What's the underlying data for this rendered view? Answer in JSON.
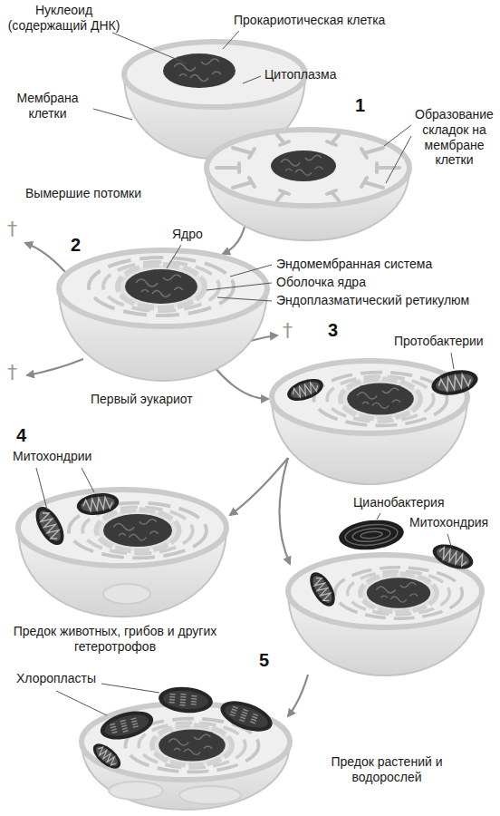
{
  "diagram": {
    "labels": [
      "Нуклеоид (содержащий ДНК)",
      "Прокариотическая клетка",
      "Цитоплазма",
      "Мембрана клетки",
      "1",
      "Образование складок на мембране клетки",
      "Вымершие потомки",
      "Ядро",
      "2",
      "Эндомембранная система",
      "Оболочка ядра",
      "Эндоплазматический ретикулюм",
      "3",
      "Протобактерии",
      "Первый эукариот",
      "4",
      "Митохондрии",
      "Цианобактерия",
      "Митохондрия",
      "Предок животных, грибов и других гетеротрофов",
      "5",
      "Хлоропласты",
      "Предок растений и водорослей",
      "†",
      "†",
      "†"
    ]
  }
}
